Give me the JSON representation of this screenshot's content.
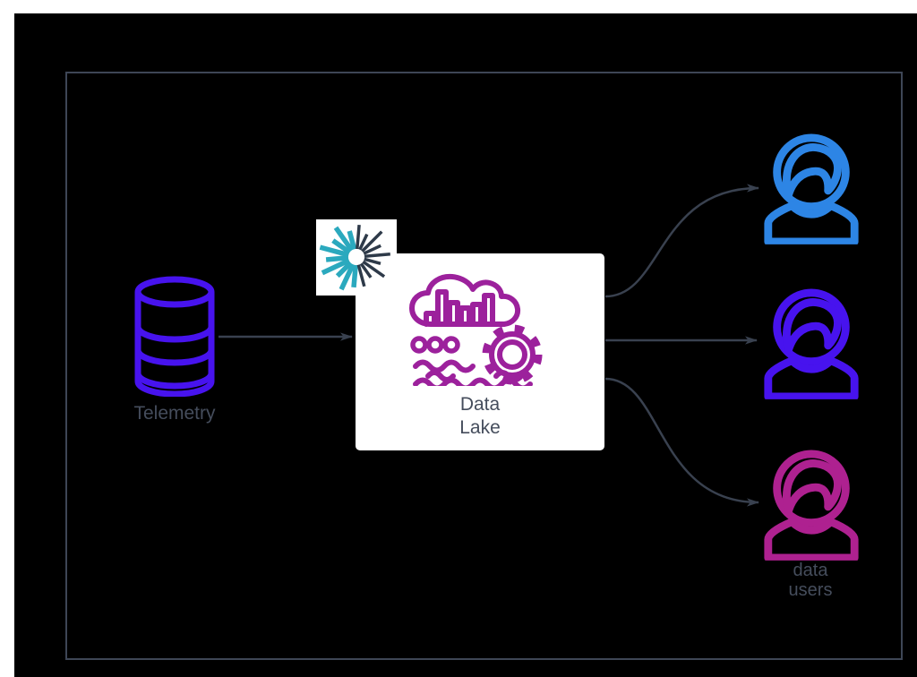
{
  "diagram": {
    "page_background": "#ffffff",
    "slide_background": "#000000",
    "frame_border_color": "#3E4656",
    "edge_color": "#39414F",
    "label_color": "#454D5C",
    "nodes": {
      "telemetry": {
        "label": "Telemetry",
        "icon": "database-cylinder-icon",
        "color": "#4713EE"
      },
      "ingest_logo": {
        "icon": "starburst-rays-icon",
        "background": "#ffffff",
        "teal_color": "#2BA9BE",
        "dark_color": "#2E3A49"
      },
      "data_lake": {
        "label_line1": "Data",
        "label_line2": "Lake",
        "icon": "data-lake-cloud-chart-gear-waves-icon",
        "icon_color": "#9C219C",
        "background": "#ffffff"
      },
      "user_top": {
        "icon": "person-icon",
        "color": "#2D85E5"
      },
      "user_middle": {
        "icon": "person-icon",
        "color": "#4713EE"
      },
      "user_bottom": {
        "icon": "person-icon",
        "color": "#AE2190"
      },
      "users_label": {
        "line1": "data",
        "line2": "users"
      }
    },
    "edges": [
      {
        "from": "telemetry",
        "to": "data_lake",
        "style": "straight-arrow"
      },
      {
        "from": "data_lake",
        "to": "user_top",
        "style": "s-curve-arrow"
      },
      {
        "from": "data_lake",
        "to": "user_middle",
        "style": "straight-arrow"
      },
      {
        "from": "data_lake",
        "to": "user_bottom",
        "style": "s-curve-arrow"
      }
    ]
  }
}
